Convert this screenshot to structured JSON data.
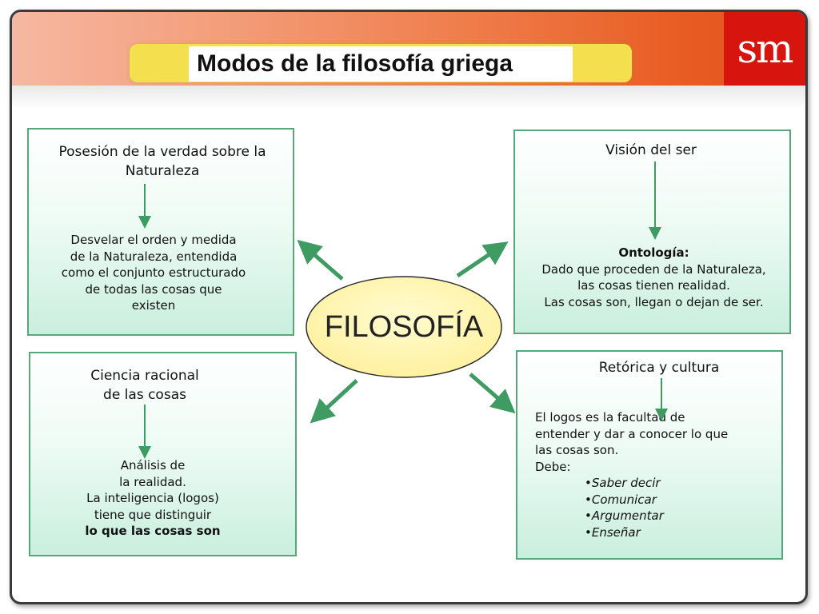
{
  "logo": "sm",
  "title": "Modos de la filosofía griega",
  "center": "FILOSOFÍA",
  "boxes": {
    "top_left": {
      "heading": [
        "Posesión de la verdad sobre la",
        "Naturaleza"
      ],
      "body": [
        "Desvelar el orden y medida",
        "de la Naturaleza, entendida",
        "como el conjunto estructurado",
        "de todas las cosas que",
        "existen"
      ]
    },
    "top_right": {
      "heading": "Visión del ser",
      "body_title": "Ontología:",
      "body": [
        "Dado que proceden de la Naturaleza,",
        "las cosas tienen realidad.",
        "Las cosas son, llegan o dejan de ser."
      ]
    },
    "bottom_left": {
      "heading": [
        "Ciencia racional",
        "de las cosas"
      ],
      "body": [
        "Análisis de",
        "la realidad.",
        "La inteligencia (logos)",
        "tiene que distinguir"
      ],
      "body_bold": "lo que las cosas son"
    },
    "bottom_right": {
      "heading": "Retórica y cultura",
      "body": [
        "El logos es la facultad de",
        "entender y dar a conocer lo que",
        "las cosas son.",
        "Debe:"
      ],
      "bullets": [
        "Saber decir",
        "Comunicar",
        "Argumentar",
        "Enseñar"
      ]
    }
  },
  "colors": {
    "banner": "#e85c22",
    "logo_bg": "#d8140f",
    "title_bar": "#f4df4f",
    "box_border": "#55a87a",
    "arrow": "#3e9b62",
    "ellipse_fill": "#fff6b0"
  }
}
